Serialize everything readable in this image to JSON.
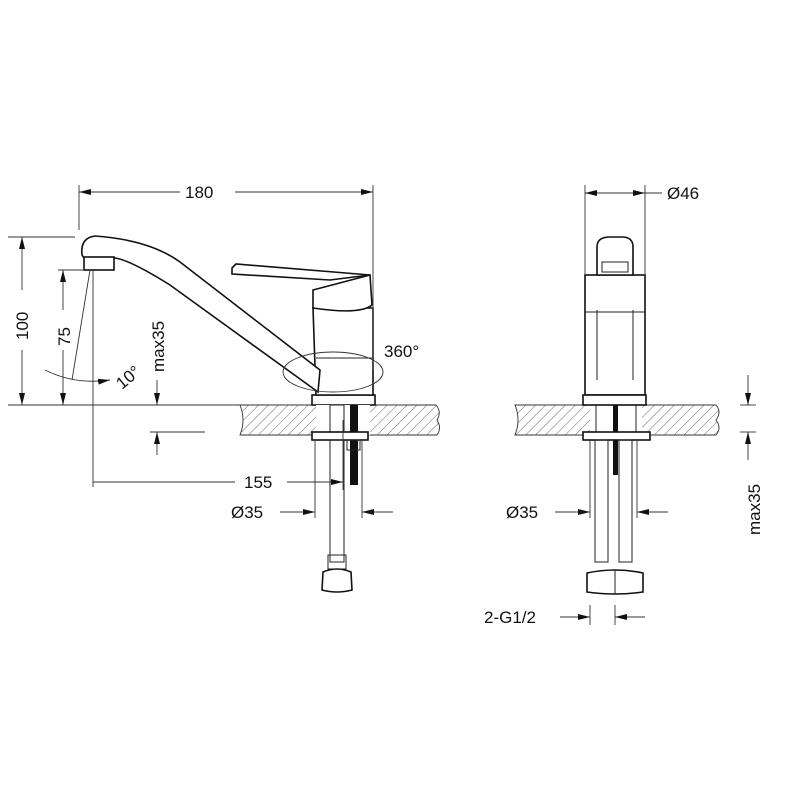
{
  "side_view": {
    "width_label": "180",
    "height_label": "100",
    "spout_height_label": "75",
    "counter_thickness_label": "max35",
    "angle_label": "10°",
    "swivel_label": "360°",
    "reach_label": "155",
    "hole_label": "Ø35"
  },
  "front_view": {
    "body_diameter_label": "Ø46",
    "hole_label": "Ø35",
    "counter_thickness_label": "max35",
    "connection_label": "2-G1/2"
  }
}
